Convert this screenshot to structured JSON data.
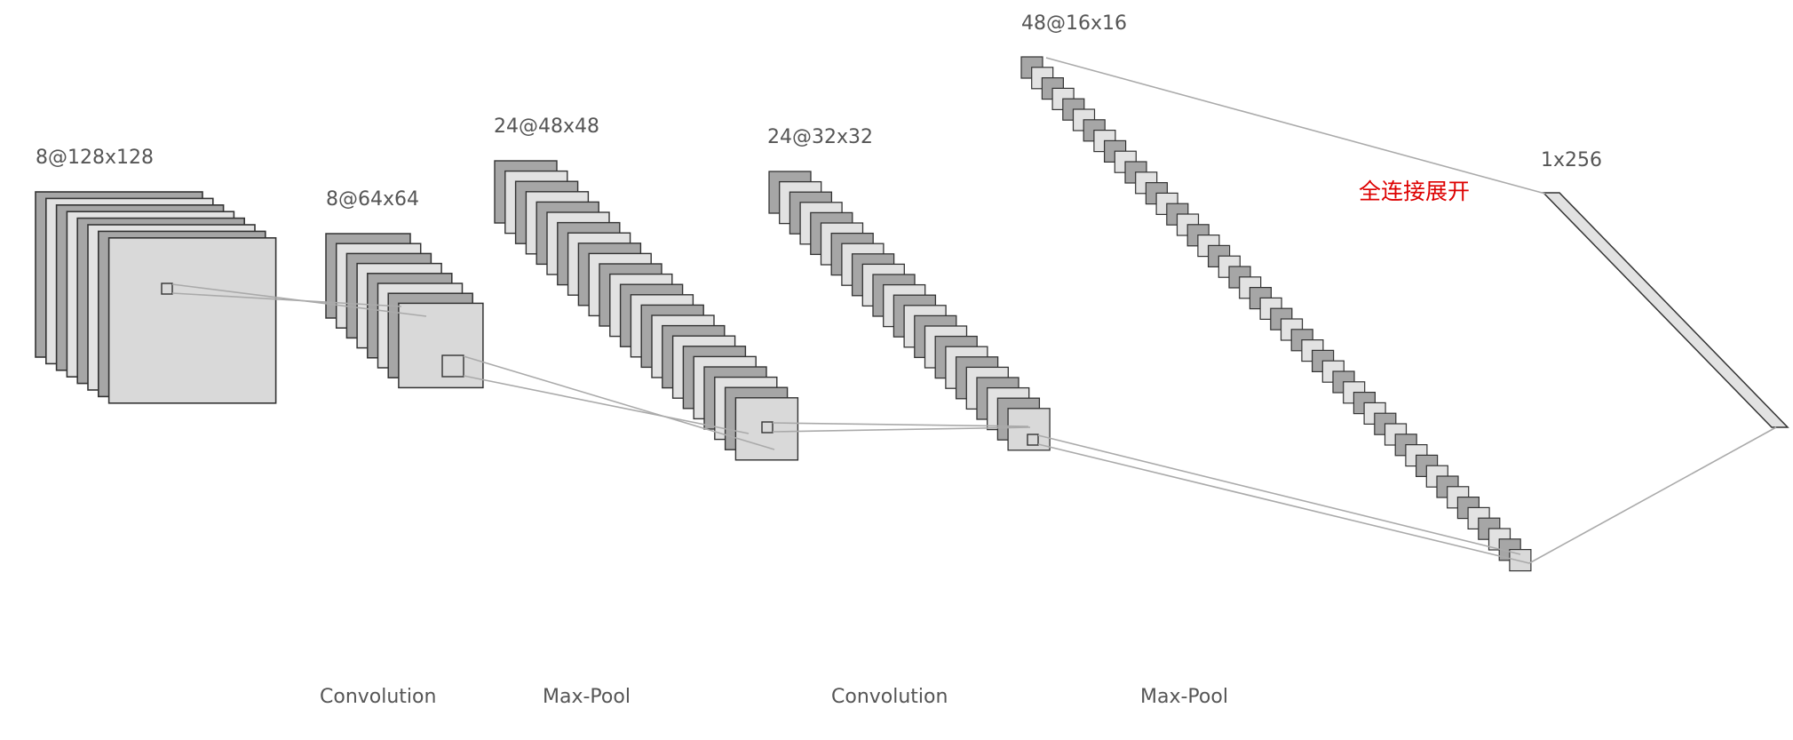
{
  "colors": {
    "dark_fill": "#a6a6a6",
    "light_fill": "#e2e2e2",
    "front_fill": "#d9d9d9",
    "stroke": "#333333",
    "connector": "#aaaaaa",
    "label_text": "#555555",
    "note_text": "#dd0000"
  },
  "layers": [
    {
      "id": "input",
      "label": "8@128x128",
      "maps": 8
    },
    {
      "id": "conv1",
      "label": "8@64x64",
      "maps": 8
    },
    {
      "id": "pool1",
      "label": "24@48x48",
      "maps": 24
    },
    {
      "id": "conv2",
      "label": "24@32x32",
      "maps": 24
    },
    {
      "id": "pool2",
      "label": "48@16x16",
      "maps": 48
    },
    {
      "id": "fc",
      "label": "1x256"
    }
  ],
  "operations": [
    "Convolution",
    "Max-Pool",
    "Convolution",
    "Max-Pool"
  ],
  "annotation": "全连接展开"
}
